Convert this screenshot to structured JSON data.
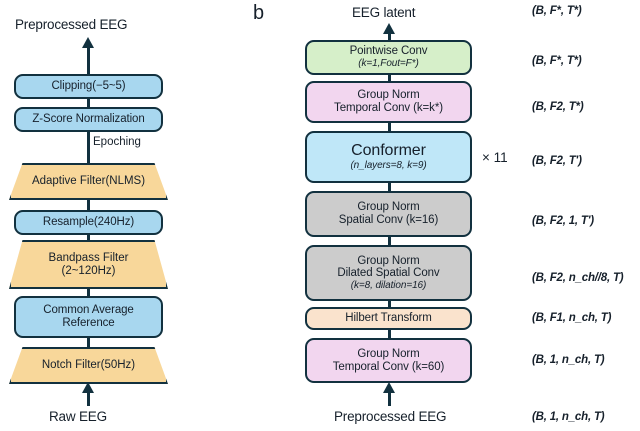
{
  "diagram": {
    "panel_b_letter": "b",
    "left_flow": {
      "top_label": "Preprocessed EEG",
      "bottom_label": "Raw EEG",
      "side_label": "Epoching",
      "nodes": [
        {
          "id": "clipping",
          "shape": "rounded-rect",
          "color": "#a8d7ef",
          "line1": "Clipping(−5~5)",
          "line2": ""
        },
        {
          "id": "zscore",
          "shape": "rounded-rect",
          "color": "#a8d7ef",
          "line1": "Z-Score Normalization",
          "line2": ""
        },
        {
          "id": "adaptive",
          "shape": "trapezoid",
          "color": "#f8d79a",
          "line1": "Adaptive Filter(NLMS)",
          "line2": ""
        },
        {
          "id": "resample",
          "shape": "rounded-rect",
          "color": "#a8d7ef",
          "line1": "Resample(240Hz)",
          "line2": ""
        },
        {
          "id": "bandpass",
          "shape": "trapezoid",
          "color": "#f8d79a",
          "line1": "Bandpass Filter",
          "line2": "(2~120Hz)"
        },
        {
          "id": "car",
          "shape": "rounded-rect",
          "color": "#a8d7ef",
          "line1": "Common Average",
          "line2": "Reference"
        },
        {
          "id": "notch",
          "shape": "trapezoid",
          "color": "#f8d79a",
          "line1": "Notch Filter(50Hz)",
          "line2": ""
        }
      ]
    },
    "right_flow": {
      "top_label": "EEG latent",
      "bottom_label": "Preprocessed EEG",
      "repeat_label": "× 11",
      "nodes": [
        {
          "id": "pointwise-conv",
          "color": "#d6efc9",
          "line1": "Pointwise Conv",
          "line2": "(k=1,Fout=F*)",
          "line2_style": "italic"
        },
        {
          "id": "groupnorm-temporal",
          "color": "#f2d6ef",
          "line1": "Group Norm",
          "line2": "Temporal Conv (k=k*)",
          "line2_style": "mixed"
        },
        {
          "id": "conformer",
          "color": "#bfe7f8",
          "line1": "Conformer",
          "line2": "(n_layers=8, k=9)",
          "line2_style": "italic"
        },
        {
          "id": "groupnorm-spatial",
          "color": "#cccccc",
          "line1": "Group Norm",
          "line2": "Spatial Conv (k=16)",
          "line2_style": "mixed"
        },
        {
          "id": "groupnorm-dilated",
          "color": "#cccccc",
          "line1": "Group Norm",
          "line2": "Dilated Spatial Conv",
          "line3": "(k=8, dilation=16)"
        },
        {
          "id": "hilbert-transform",
          "color": "#fae3cd",
          "line1": "Hilbert Transform",
          "line2": ""
        },
        {
          "id": "groupnorm-temporal60",
          "color": "#f2d6ef",
          "line1": "Group Norm",
          "line2": "Temporal Conv (k=60)",
          "line2_style": "mixed"
        }
      ],
      "shape_annotations": [
        {
          "id": "ann-eeg-latent",
          "text": "(B, F*, T*)"
        },
        {
          "id": "ann-pointwise",
          "text": "(B, F*, T*)"
        },
        {
          "id": "ann-gn-temporal",
          "text": "(B, F2, T*)"
        },
        {
          "id": "ann-conformer",
          "text": "(B, F2, T')"
        },
        {
          "id": "ann-gn-spatial",
          "text": "(B, F2, 1, T')"
        },
        {
          "id": "ann-gn-dilated",
          "text": "(B, F2, n_ch//8, T)"
        },
        {
          "id": "ann-hilbert",
          "text": "(B, F1, n_ch, T)"
        },
        {
          "id": "ann-gn-temp60",
          "text": "(B, 1, n_ch, T)"
        },
        {
          "id": "ann-input",
          "text": "(B, 1, n_ch, T)"
        }
      ]
    },
    "colors": {
      "stroke": "#12313f",
      "blue": "#a8d7ef",
      "light_blue": "#bfe7f8",
      "orange": "#f8d79a",
      "green": "#d6efc9",
      "pink": "#f2d6ef",
      "gray": "#cccccc",
      "peach": "#fae3cd",
      "text": "#16202b",
      "background": "#ffffff"
    }
  }
}
